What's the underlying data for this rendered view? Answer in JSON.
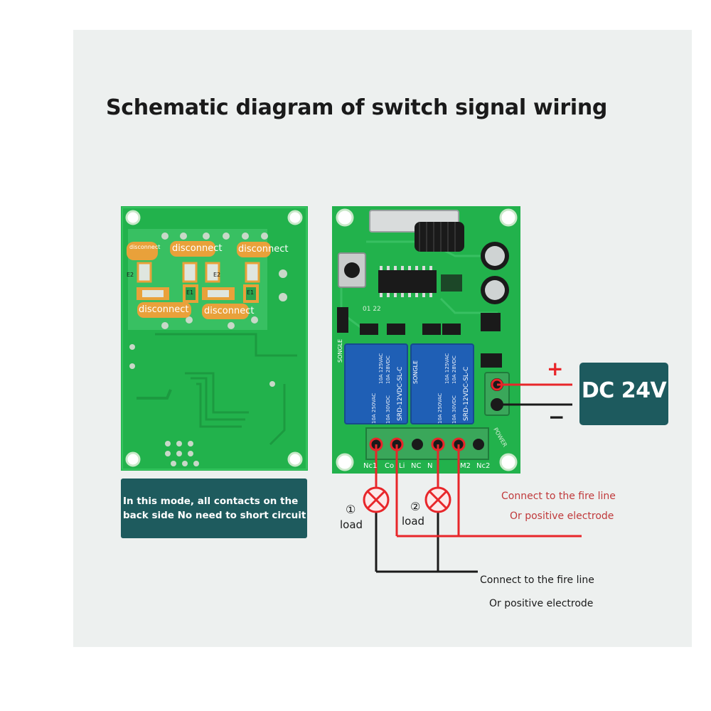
{
  "title": "Schematic diagram of switch signal wiring",
  "back_board": {
    "disconnect_labels": [
      "disconnect",
      "disconnect",
      "disconnect",
      "disconnect",
      "disconnect"
    ],
    "pad_labels": [
      "E2",
      "E1",
      "E2",
      "E1"
    ]
  },
  "note": {
    "line1": "In this mode, all contacts on the",
    "line2": "back side No need to short circuit"
  },
  "front_board": {
    "chip_label": "01 22",
    "relay_brand": "SONGLE",
    "relay_specs": [
      "10A 250VAC",
      "10A 125VAC",
      "10A 30VDC",
      "10A 28VDC"
    ],
    "relay_model": "SRD-12VDC-SL-C",
    "terminal_labels": [
      "Nc1",
      "Co",
      "Li",
      "NC",
      "N",
      "M2",
      "Nc2"
    ],
    "power_label": "POWER"
  },
  "power": {
    "plus": "+",
    "minus": "−",
    "label": "DC 24V"
  },
  "loads": [
    {
      "number": "①",
      "label": "load"
    },
    {
      "number": "②",
      "label": "load"
    }
  ],
  "connection_notes": {
    "red_line1": "Connect to the fire line",
    "red_line2": "Or positive electrode",
    "black_line1": "Connect to the fire line",
    "black_line2": "Or positive electrode"
  },
  "colors": {
    "pcb_green": "#22b24c",
    "relay_blue": "#1f5fb5",
    "teal_box": "#1d5a5e",
    "red_wire": "#e8262a",
    "red_text": "#c0393b"
  }
}
